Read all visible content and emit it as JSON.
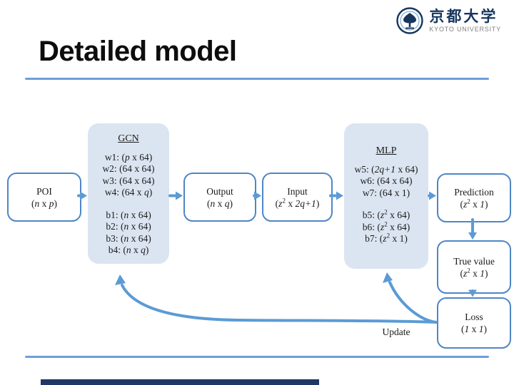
{
  "slide_title": "Detailed model",
  "logo": {
    "jp_text": "京都大学",
    "en_text": "KYOTO UNIVERSITY"
  },
  "boxes": {
    "poi": {
      "name": "POI",
      "dim": "(<i>n</i> x <i>p</i>)"
    },
    "output": {
      "name": "Output",
      "dim": "(<i>n</i> x <i>q</i>)"
    },
    "input": {
      "name": "Input",
      "dim": "(<i>z</i><sup>2</sup> x <i>2q+1</i>)"
    },
    "prediction": {
      "name": "Prediction",
      "dim": "(<i>z</i><sup>2</sup> x <i>1</i>)"
    },
    "true_value": {
      "name": "True value",
      "dim": "(<i>z</i><sup>2</sup> x <i>1</i>)"
    },
    "loss": {
      "name": "Loss",
      "dim": "(<i>1</i> x <i>1</i>)"
    },
    "gcn": {
      "title": "GCN",
      "weights": [
        "w1: (<i>p</i> x 64)",
        "w2: (64 x 64)",
        "w3: (64 x 64)",
        "w4: (64 x <i>q</i>)"
      ],
      "biases": [
        "b1: (<i>n</i> x 64)",
        "b2: (<i>n</i> x 64)",
        "b3: (<i>n</i> x 64)",
        "b4: (<i>n</i> x <i>q</i>)"
      ]
    },
    "mlp": {
      "title": "MLP",
      "weights": [
        "w5: (<i>2q+1</i> x 64)",
        "w6: (64 x 64)",
        "w7: (64 x 1)"
      ],
      "biases": [
        "b5: (<i>z</i><sup>2</sup> x 64)",
        "b6: (<i>z</i><sup>2</sup> x 64)",
        "b7: (<i>z</i><sup>2</sup> x 1)"
      ]
    }
  },
  "labels": {
    "update": "Update"
  },
  "colors": {
    "accent_border": "#4f86c6",
    "panel_fill": "#dbe5f1",
    "arrow": "#5b9bd5",
    "rule_line": "#6d9ed9",
    "footer_bar": "#1f3864",
    "logo_navy": "#17365d",
    "logo_gray": "#7f7f7f"
  }
}
